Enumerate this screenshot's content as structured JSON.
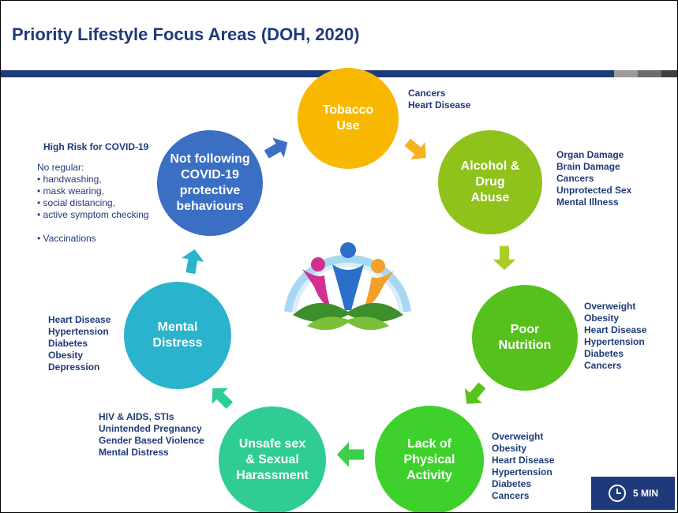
{
  "title": "Priority Lifestyle Focus Areas (DOH, 2020)",
  "colors": {
    "navy": "#1f3a7a",
    "tobacco": "#f9b800",
    "alcohol": "#8fc21b",
    "nutrition": "#56c11c",
    "activity": "#3fd12b",
    "unsafe_sex": "#2fcc94",
    "mental": "#2ab3cc",
    "covid": "#3a6fc4"
  },
  "nodes": [
    {
      "id": "tobacco",
      "lines": [
        "Tobacco",
        "Use"
      ],
      "effects": [
        "Cancers",
        "Heart Disease"
      ]
    },
    {
      "id": "alcohol",
      "lines": [
        "Alcohol &",
        "Drug",
        "Abuse"
      ],
      "effects": [
        "Organ Damage",
        "Brain Damage",
        "Cancers",
        "Unprotected Sex",
        "Mental Illness"
      ]
    },
    {
      "id": "nutrition",
      "lines": [
        "Poor",
        "Nutrition"
      ],
      "effects": [
        "Overweight",
        "Obesity",
        "Heart Disease",
        "Hypertension",
        "Diabetes",
        "Cancers"
      ]
    },
    {
      "id": "activity",
      "lines": [
        "Lack of",
        "Physical",
        "Activity"
      ],
      "effects": [
        "Overweight",
        "Obesity",
        "Heart Disease",
        "Hypertension",
        "Diabetes",
        "Cancers"
      ]
    },
    {
      "id": "unsafe_sex",
      "lines": [
        "Unsafe sex",
        "& Sexual",
        "Harassment"
      ],
      "effects": [
        "HIV & AIDS, STIs",
        "Unintended Pregnancy",
        "Gender Based Violence",
        "Mental Distress"
      ]
    },
    {
      "id": "mental",
      "lines": [
        "Mental",
        "Distress"
      ],
      "effects": [
        "Heart Disease",
        "Hypertension",
        "Diabetes",
        "Obesity",
        "Depression"
      ]
    },
    {
      "id": "covid",
      "lines": [
        "Not following",
        "COVID-19",
        "protective",
        "behaviours"
      ]
    }
  ],
  "covid_note": {
    "heading": "High Risk for COVID-19",
    "items": [
      "No regular:",
      "• handwashing,",
      "• mask wearing,",
      "• social distancing,",
      "• active symptom checking",
      "",
      "• Vaccinations"
    ]
  },
  "timer": {
    "label": "5 MIN",
    "icon": "clock-icon"
  },
  "logo": {
    "icon": "wellness-people-logo"
  }
}
